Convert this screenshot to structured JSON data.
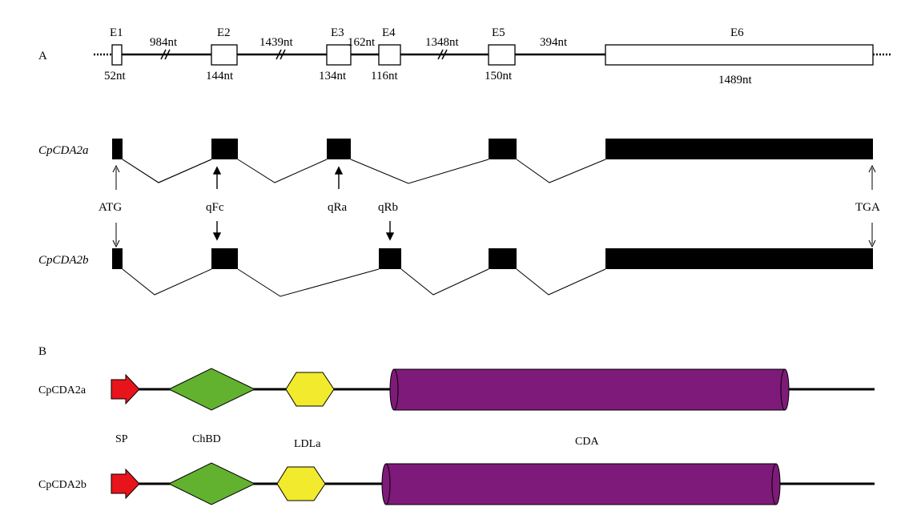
{
  "panel_a": {
    "label": "A",
    "exons": [
      "E1",
      "E2",
      "E3",
      "E4",
      "E5",
      "E6"
    ],
    "exon_lengths": [
      "52nt",
      "144nt",
      "134nt",
      "116nt",
      "150nt",
      "1489nt"
    ],
    "intron_lengths": [
      "984nt",
      "1439nt",
      "162nt",
      "1348nt",
      "394nt"
    ],
    "isoform_a": "CpCDA2a",
    "isoform_b": "CpCDA2b",
    "start_codon": "ATG",
    "stop_codon": "TGA",
    "primers": [
      "qFc",
      "qRa",
      "qRb"
    ]
  },
  "panel_b": {
    "label": "B",
    "protein_a": "CpCDA2a",
    "protein_b": "CpCDA2b",
    "domains": [
      "SP",
      "ChBD",
      "LDLa",
      "CDA"
    ],
    "colors": {
      "SP": "#e8141c",
      "ChBD": "#62b22f",
      "LDLa": "#f2ea2c",
      "CDA": "#7e1a79"
    }
  }
}
